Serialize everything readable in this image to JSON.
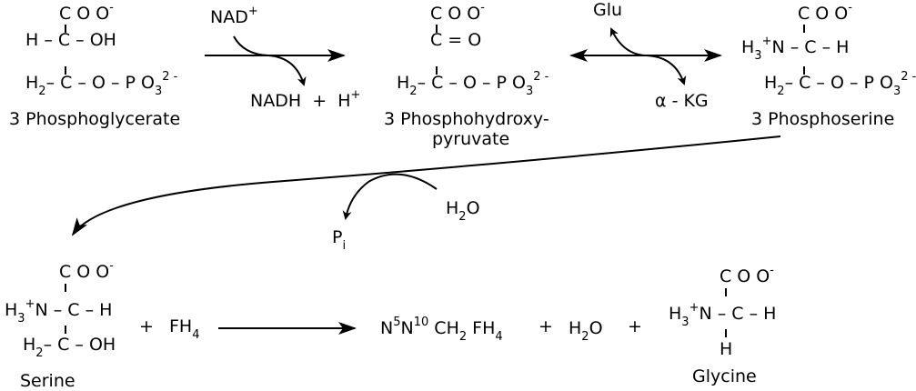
{
  "reaction1": {
    "reactant": {
      "name": "3 Phosphoglycerate",
      "row1": [
        {
          "t": "C O O"
        },
        {
          "sup": "-"
        }
      ],
      "row2": [
        {
          "t": "H – C – OH"
        }
      ],
      "row3": [
        {
          "t": "H"
        },
        {
          "sub": "2"
        },
        {
          "t": "– C – O – P O"
        },
        {
          "sub": "3"
        },
        {
          "sup": "2"
        },
        {
          "sup": " -"
        }
      ]
    },
    "cofactor_in": [
      {
        "t": "NAD"
      },
      {
        "sup": "+"
      }
    ],
    "cofactor_out": [
      {
        "t": "NADH  +  H"
      },
      {
        "sup": "+"
      }
    ]
  },
  "reaction2": {
    "product": {
      "name_line1": "3 Phosphohydroxy-",
      "name_line2": "pyruvate",
      "row1": [
        {
          "t": "C O O"
        },
        {
          "sup": "-"
        }
      ],
      "row2": [
        {
          "t": "C = O"
        }
      ],
      "row3": [
        {
          "t": "H"
        },
        {
          "sub": "2"
        },
        {
          "t": "– C – O – P O"
        },
        {
          "sub": "3"
        },
        {
          "sup": "2"
        },
        {
          "sup": " -"
        }
      ]
    },
    "cofactor_in": [
      {
        "t": "Glu"
      }
    ],
    "cofactor_out": [
      {
        "t": "α - KG"
      }
    ]
  },
  "reaction3": {
    "product": {
      "name": "3 Phosphoserine",
      "row1": [
        {
          "t": "C O O"
        },
        {
          "sup": "-"
        }
      ],
      "row2": [
        {
          "t": "H"
        },
        {
          "sub": "3"
        },
        {
          "sup": "+"
        },
        {
          "t": "N – C – H"
        }
      ],
      "row3": [
        {
          "t": "H"
        },
        {
          "sub": "2"
        },
        {
          "t": "– C – O – P O"
        },
        {
          "sub": "3"
        },
        {
          "sup": "2"
        },
        {
          "sup": " -"
        }
      ]
    },
    "water": [
      {
        "t": "H"
      },
      {
        "sub": "2"
      },
      {
        "t": "O"
      }
    ],
    "phosphate": [
      {
        "t": "P"
      },
      {
        "sub": "i"
      }
    ]
  },
  "reaction4": {
    "serine": {
      "name": "Serine",
      "row1": [
        {
          "t": "C O O"
        },
        {
          "sup": "-"
        }
      ],
      "row2": [
        {
          "t": "H"
        },
        {
          "sub": "3"
        },
        {
          "sup": "+"
        },
        {
          "t": "N – C – H"
        }
      ],
      "row3": [
        {
          "t": "H"
        },
        {
          "sub": "2"
        },
        {
          "t": "– C – OH"
        }
      ]
    },
    "plus1": "+",
    "fh4": [
      {
        "t": "FH"
      },
      {
        "sub": "4"
      }
    ],
    "methylene_fh4": [
      {
        "t": "N"
      },
      {
        "sup": "5"
      },
      {
        "t": "N"
      },
      {
        "sup": "10"
      },
      {
        "t": " CH"
      },
      {
        "sub": "2"
      },
      {
        "t": " FH"
      },
      {
        "sub": "4"
      }
    ],
    "plus2": "+",
    "water": [
      {
        "t": "H"
      },
      {
        "sub": "2"
      },
      {
        "t": "O"
      }
    ],
    "plus3": "+",
    "glycine": {
      "name": "Glycine",
      "row1": [
        {
          "t": "C O O"
        },
        {
          "sup": "-"
        }
      ],
      "row2": [
        {
          "t": "H"
        },
        {
          "sub": "3"
        },
        {
          "sup": "+"
        },
        {
          "t": "N – C – H"
        }
      ],
      "row3": [
        {
          "t": "H"
        }
      ]
    }
  }
}
